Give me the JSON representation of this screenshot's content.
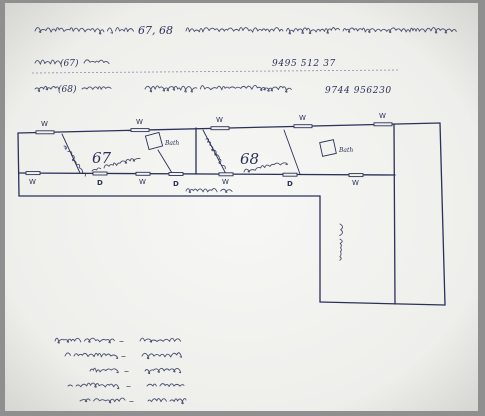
{
  "document": {
    "header_room_numbers": "67, 68",
    "contacts": [
      {
        "room": "(67)",
        "phone": "9495 512 37"
      },
      {
        "room": "(68)",
        "phone": "9744 956230"
      }
    ]
  },
  "plan": {
    "rooms": [
      {
        "number": "67",
        "bath_label": "Bath"
      },
      {
        "number": "68",
        "bath_label": "Bath"
      }
    ],
    "top_marks": [
      "W",
      "W",
      "W",
      "W",
      "W"
    ],
    "bottom_marks": [
      "W",
      "D",
      "W",
      "D",
      "W",
      "D",
      "W"
    ]
  },
  "summary": {
    "separators": [
      "–",
      "–",
      "–",
      "–",
      "–"
    ]
  },
  "colors": {
    "ink": "#2b3158",
    "paper": "#f1f1ee",
    "background": "#8f8f8f"
  }
}
